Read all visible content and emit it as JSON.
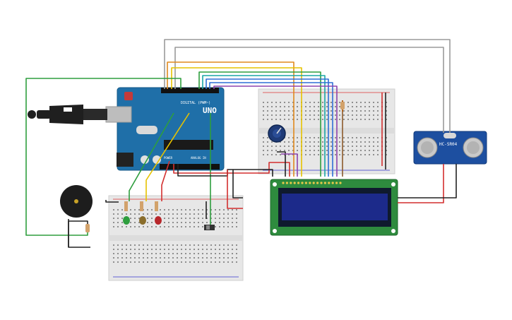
{
  "arduino": {
    "brand_label": "UNO",
    "digital_label": "DIGITAL (PWM~)",
    "power_label": "POWER",
    "analog_label": "ANALOG IN"
  },
  "sensor": {
    "model_label": "HC-SR04"
  },
  "colors": {
    "wire_red": "#d32f2f",
    "wire_black": "#222222",
    "wire_green": "#2e9e3e",
    "wire_yellow": "#e6c200",
    "wire_orange": "#e08a1e",
    "wire_blue": "#2f6fd6",
    "wire_teal": "#1aa6a6",
    "wire_purple": "#8e44ad",
    "wire_gray": "#9a9a9a",
    "wire_brown": "#8b5a2b",
    "arduino_board": "#1f6fa8",
    "lcd_board": "#2e8b3e",
    "lcd_screen": "#1c2a8a",
    "sensor_board": "#1d4fa0"
  }
}
